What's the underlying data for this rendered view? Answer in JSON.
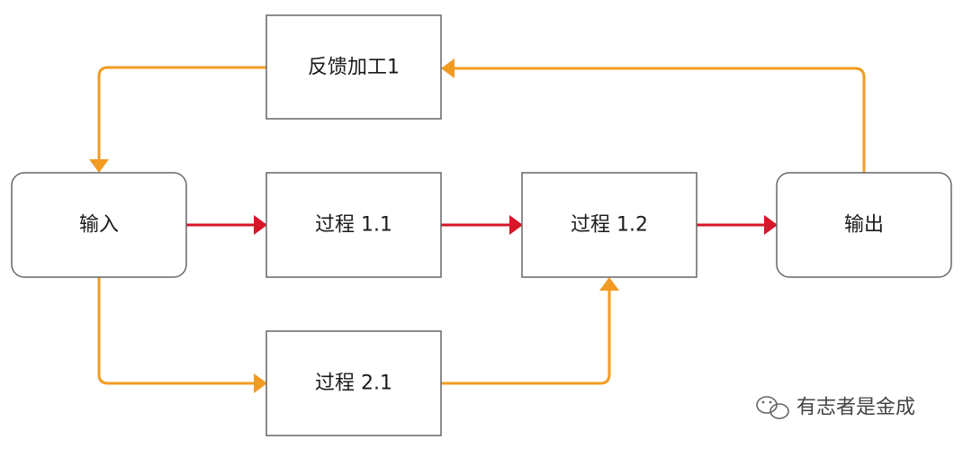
{
  "nodes": {
    "feedback": "反馈加工1",
    "input": "输入",
    "process_1_1": "过程 1.1",
    "process_1_2": "过程 1.2",
    "output": "输出",
    "process_2_1": "过程 2.1"
  },
  "edges": [
    {
      "from": "input",
      "to": "process_1_1",
      "kind": "main"
    },
    {
      "from": "process_1_1",
      "to": "process_1_2",
      "kind": "main"
    },
    {
      "from": "process_1_2",
      "to": "output",
      "kind": "main"
    },
    {
      "from": "output",
      "to": "feedback",
      "kind": "feedback"
    },
    {
      "from": "feedback",
      "to": "input",
      "kind": "feedback"
    },
    {
      "from": "input",
      "to": "process_2_1",
      "kind": "branch"
    },
    {
      "from": "process_2_1",
      "to": "process_1_2",
      "kind": "branch"
    }
  ],
  "colors": {
    "main_edge": "#d7162a",
    "secondary_edge": "#f29b22",
    "box_border": "#666666"
  },
  "watermark": {
    "icon": "wechat-icon",
    "text": "有志者是金成"
  }
}
